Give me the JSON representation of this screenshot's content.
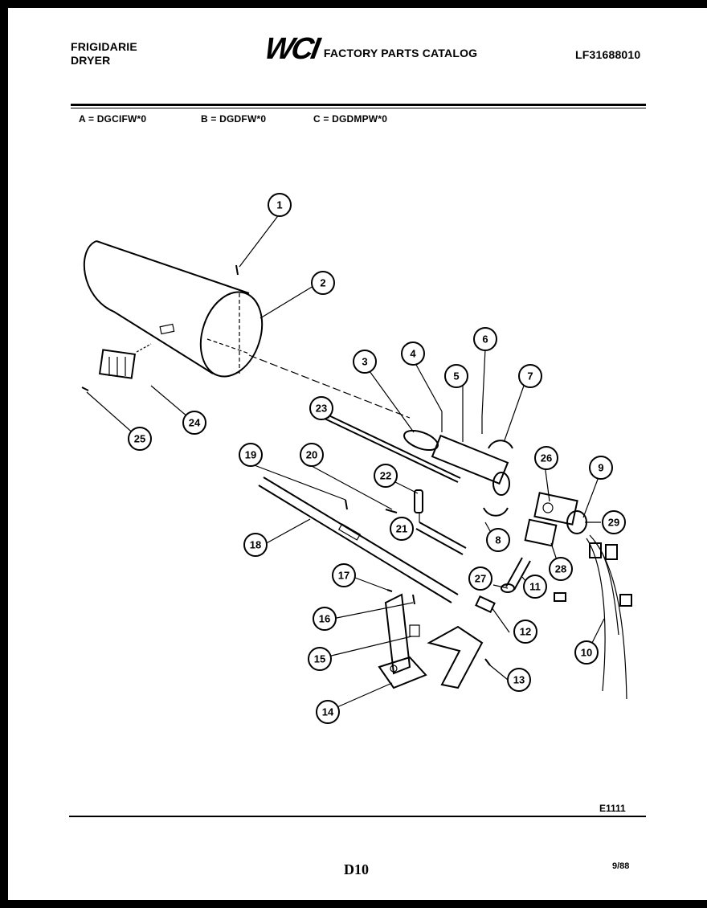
{
  "header": {
    "brand_line1": "FRIGIDARIE",
    "brand_line2": "DRYER",
    "logo": "WCI",
    "catalog_title": "FACTORY PARTS CATALOG",
    "catalog_number": "LF31688010"
  },
  "models": [
    "A = DGCIFW*0",
    "B = DGDFW*0",
    "C = DGDMPW*0"
  ],
  "callouts": [
    "1",
    "2",
    "3",
    "4",
    "5",
    "6",
    "7",
    "8",
    "9",
    "10",
    "11",
    "12",
    "13",
    "14",
    "15",
    "16",
    "17",
    "18",
    "19",
    "20",
    "21",
    "22",
    "23",
    "24",
    "25",
    "26",
    "27",
    "28",
    "29"
  ],
  "footer": {
    "diagram_code": "E1111",
    "page_number": "D10",
    "date": "9/88"
  }
}
